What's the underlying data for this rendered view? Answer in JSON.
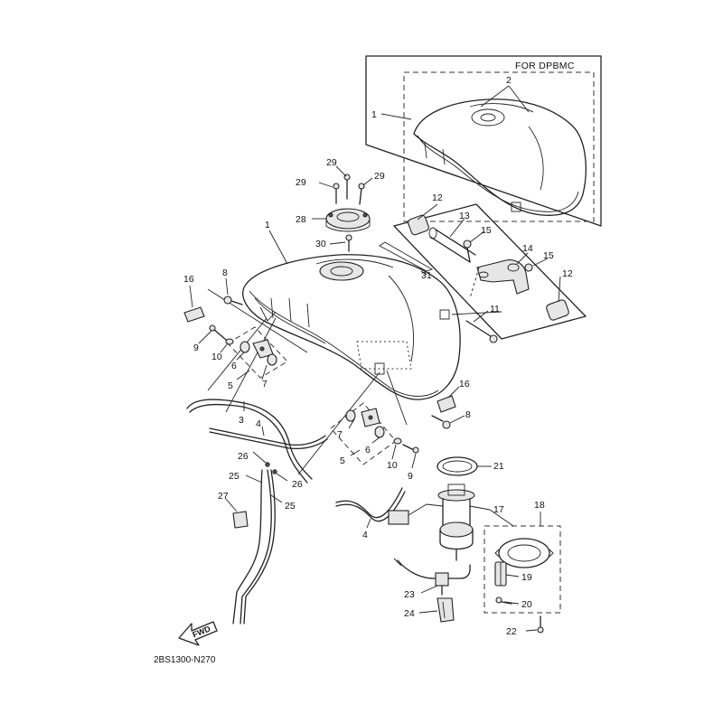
{
  "variant_box": {
    "label": "FOR DPBMC"
  },
  "footer": {
    "code": "2BS1300-N270",
    "fwd_label": "FWD"
  },
  "callouts": {
    "c1a": "1",
    "c2": "2",
    "c1": "1",
    "c29a": "29",
    "c29b": "29",
    "c29c": "29",
    "c28": "28",
    "c30": "30",
    "c12a": "12",
    "c13": "13",
    "c15a": "15",
    "c14": "14",
    "c15b": "15",
    "c12b": "12",
    "c31": "31",
    "c11": "11",
    "c16a": "16",
    "c8a": "8",
    "c9a": "9",
    "c10a": "10",
    "c6a": "6",
    "c7a": "7",
    "c5a": "5",
    "c3": "3",
    "c4a": "4",
    "c26a": "26",
    "c26b": "26",
    "c25a": "25",
    "c25b": "25",
    "c27": "27",
    "c16b": "16",
    "c8b": "8",
    "c7b": "7",
    "c6b": "6",
    "c5b": "5",
    "c10b": "10",
    "c9b": "9",
    "c21": "21",
    "c17": "17",
    "c18": "18",
    "c4b": "4",
    "c19": "19",
    "c20": "20",
    "c23": "23",
    "c24": "24",
    "c22": "22"
  }
}
